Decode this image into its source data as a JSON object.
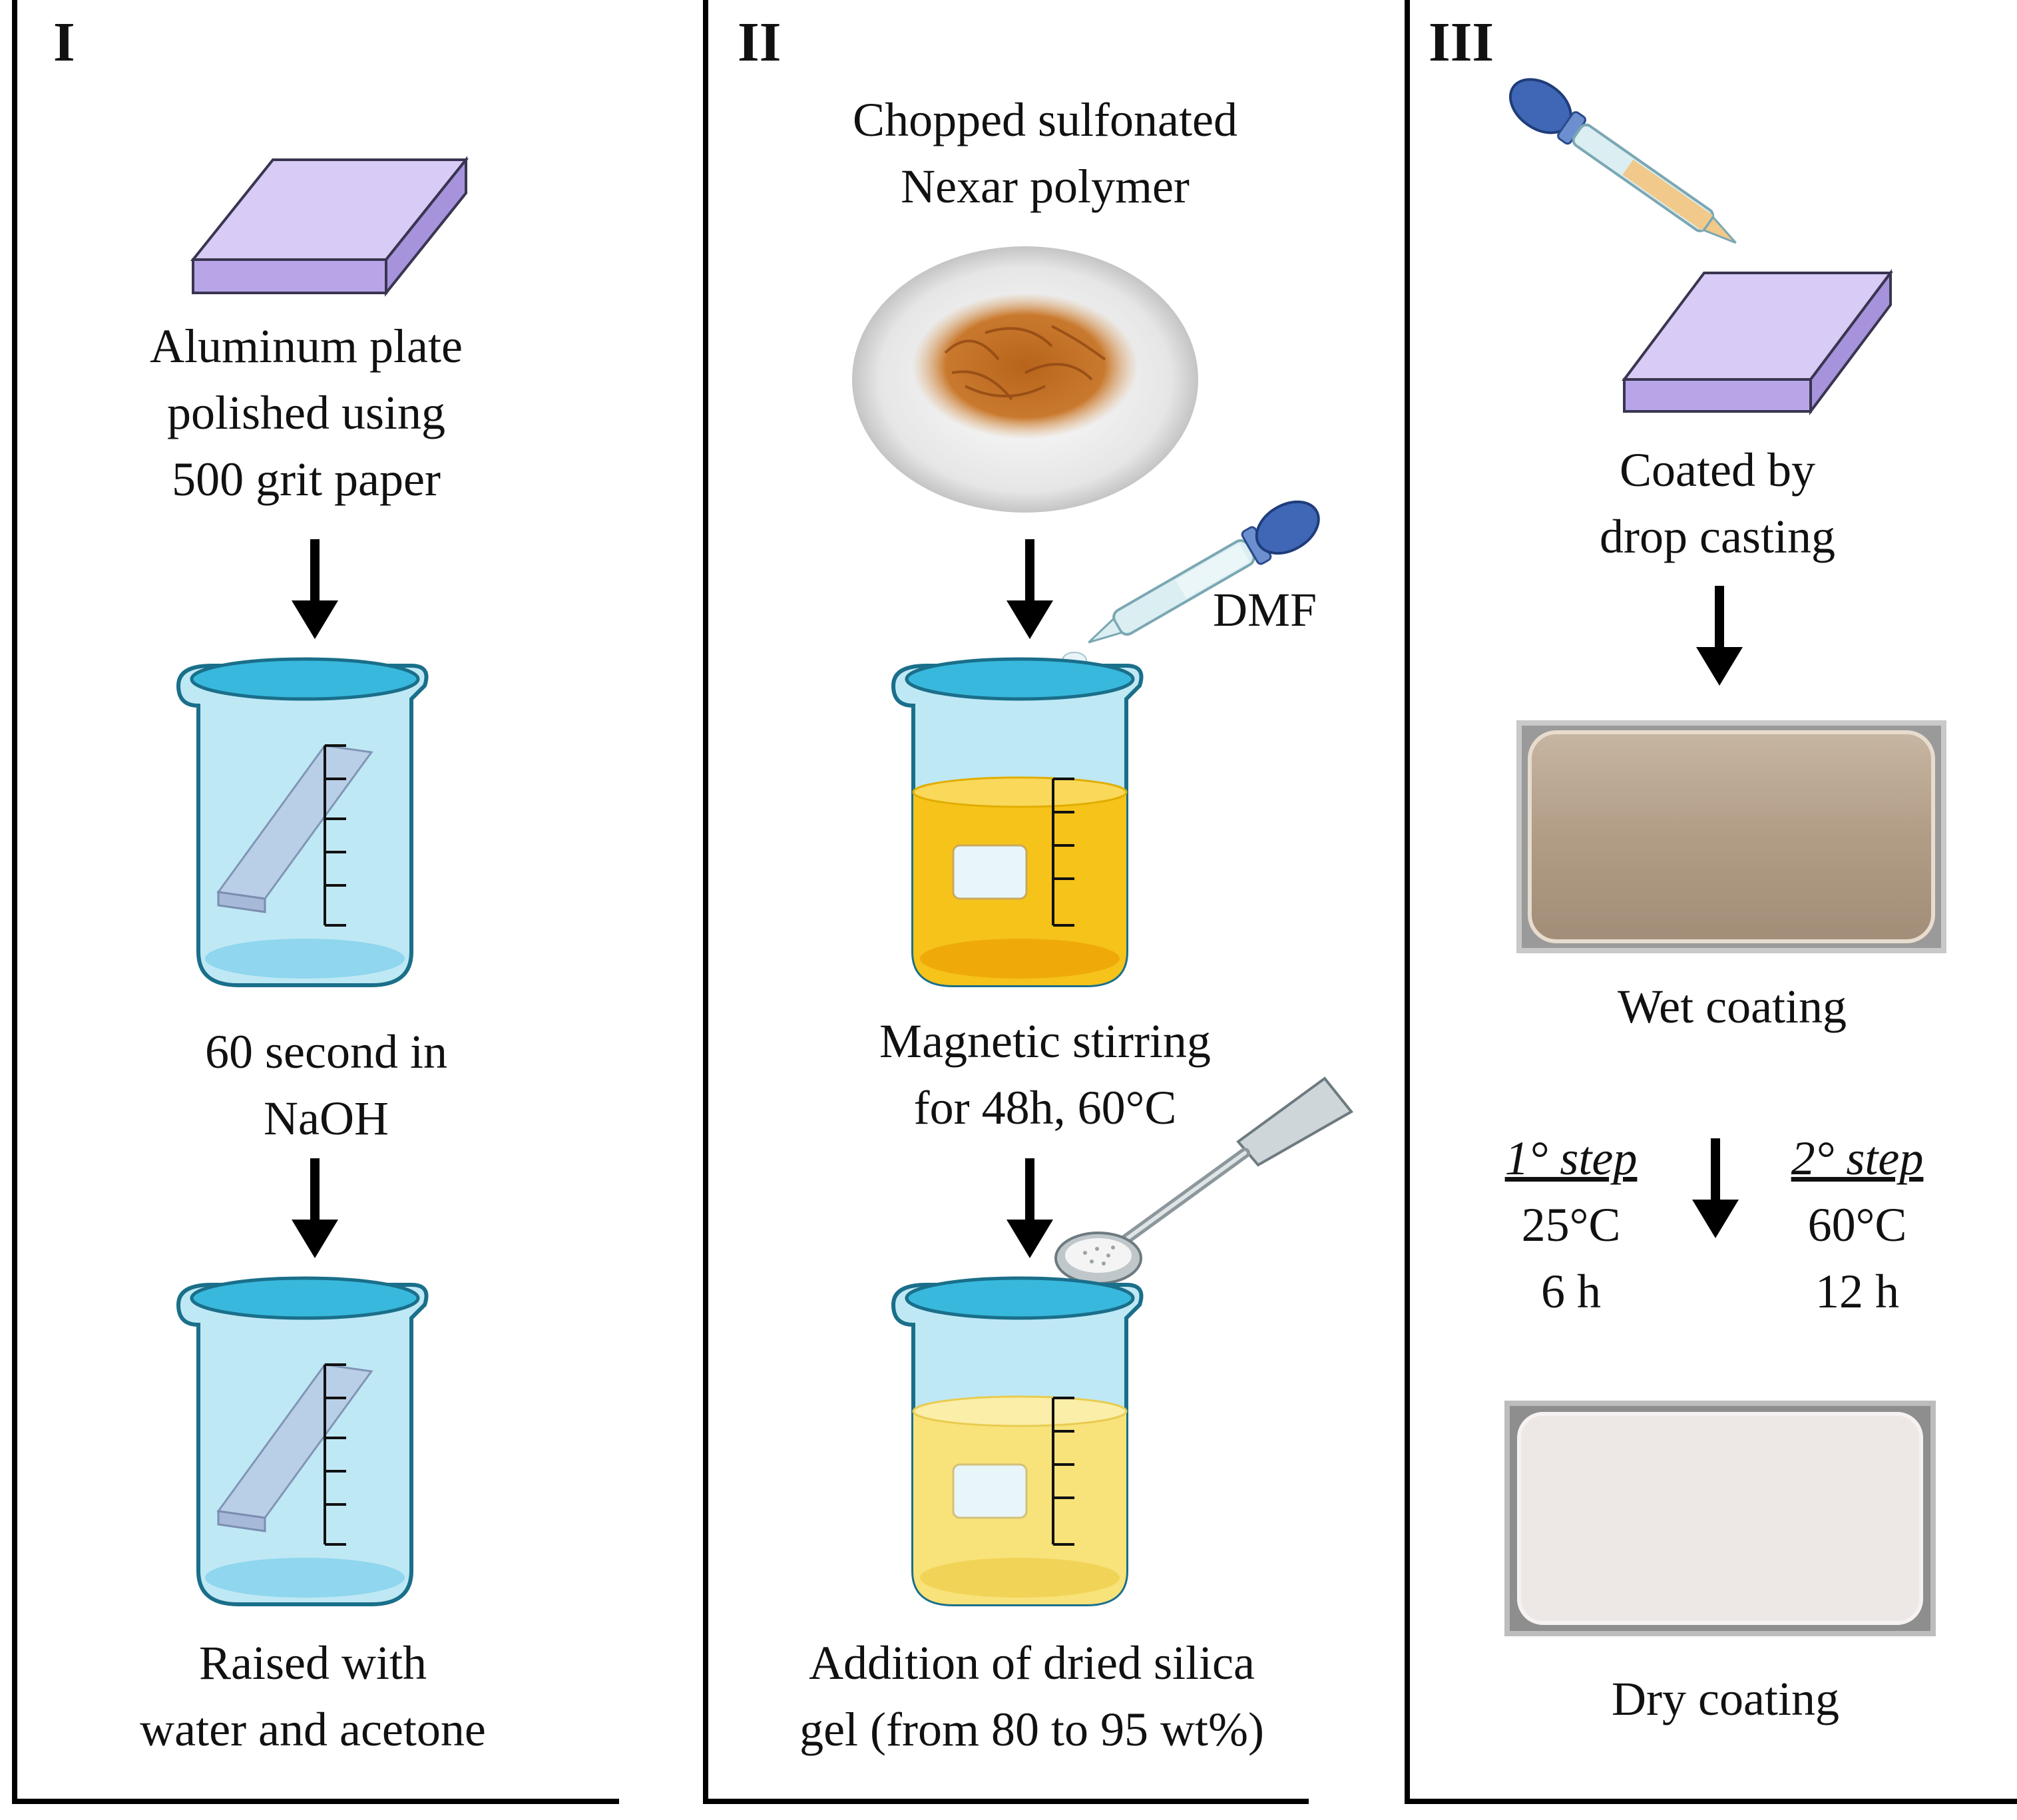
{
  "panels": [
    {
      "numeral": "I",
      "captions": {
        "plate": [
          "Aluminum plate",
          "polished using",
          "500 grit paper"
        ],
        "naoh": [
          "60 second in",
          "NaOH"
        ],
        "rinse": [
          "Raised with",
          "water and acetone"
        ]
      }
    },
    {
      "numeral": "II",
      "captions": {
        "polymer": [
          "Chopped sulfonated",
          "Nexar polymer"
        ],
        "dmf": "DMF",
        "stirring": [
          "Magnetic stirring",
          "for 48h, 60°C"
        ],
        "silica": [
          "Addition of dried silica",
          "gel (from 80 to 95 wt%)"
        ]
      }
    },
    {
      "numeral": "III",
      "captions": {
        "drop": [
          "Coated by",
          "drop casting"
        ],
        "wet": "Wet coating",
        "step1": {
          "title": "1° step",
          "temp": "25°C",
          "time": "6 h"
        },
        "step2": {
          "title": "2° step",
          "temp": "60°C",
          "time": "12 h"
        },
        "dry": "Dry coating"
      }
    }
  ],
  "colors": {
    "plate": "#c9b8f0",
    "plate_edge": "#3a3550",
    "beaker_water": "#7fd3ec",
    "beaker_yellow": "#f6c21a",
    "beaker_pale_yellow": "#f7e27a",
    "wet_coating": "#b5a089",
    "dry_coating": "#ede8e6"
  }
}
